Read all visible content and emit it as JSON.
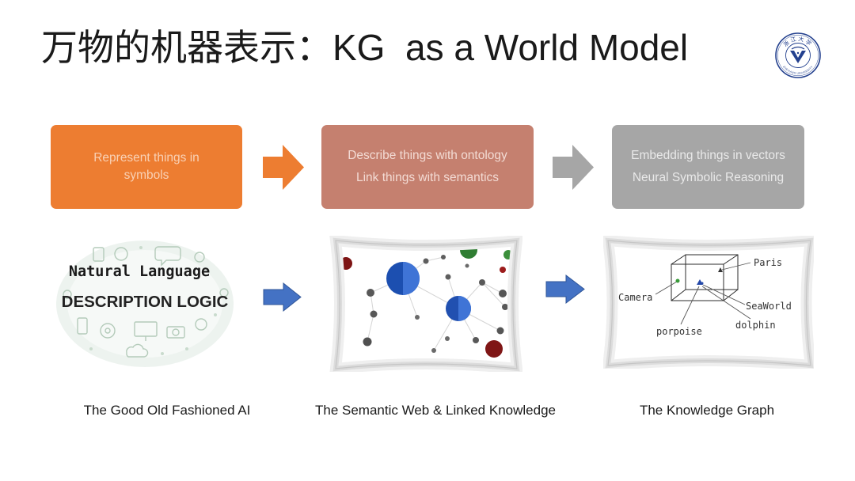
{
  "slide": {
    "title": "万物的机器表示：KG  as a World Model",
    "logo": {
      "icon": "zhejiang-university-logo-icon",
      "lettering": [
        "浙江大学",
        "ZHEJIANG UNIVERSITY"
      ]
    }
  },
  "colors": {
    "orange": "#ED7D31",
    "rose": "#C5806F",
    "gray": "#A6A6A6",
    "blue": "#4472C4"
  },
  "stages": [
    {
      "box": {
        "line1": "Represent things in",
        "line2": "symbols"
      },
      "caption": "The Good Old Fashioned AI"
    },
    {
      "box": {
        "line1": "Describe things with ontology",
        "line2": "Link things with semantics"
      },
      "caption": "The Semantic Web & Linked Knowledge"
    },
    {
      "box": {
        "line1": "Embedding things in vectors",
        "line2": "Neural Symbolic Reasoning"
      },
      "caption": "The Knowledge Graph"
    }
  ],
  "illustrations": {
    "word_cloud": {
      "line1": "Natural Language",
      "line2": "DESCRIPTION LOGIC"
    },
    "linked_data_graph": {
      "icon": "linked-data-network-icon"
    },
    "embedding_space": {
      "icon": "vector-space-cube-icon",
      "labels": {
        "paris": "Paris",
        "camera": "Camera",
        "seaworld": "SeaWorld",
        "dolphin": "dolphin",
        "porpoise": "porpoise"
      }
    }
  }
}
